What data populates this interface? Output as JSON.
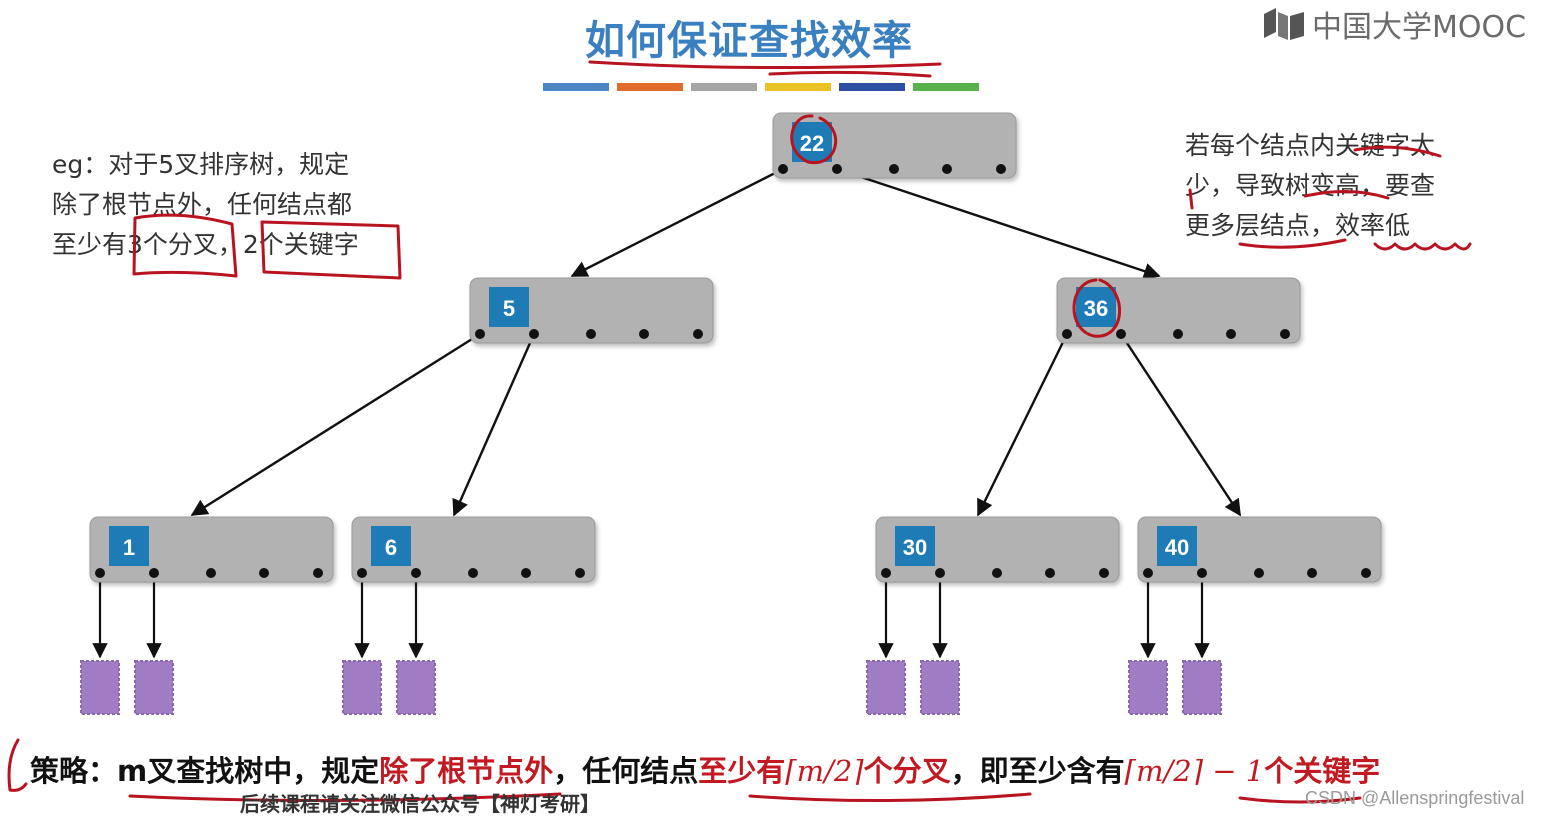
{
  "title": "如何保证查找效率",
  "logo": {
    "text": "中国大学MOOC",
    "icon": "mooc-book-icon"
  },
  "color_bar": [
    "#4a86c4",
    "#e06b2a",
    "#a6a6a6",
    "#e8c227",
    "#2f4fa3",
    "#58b04a"
  ],
  "notes": {
    "left": [
      "eg：对于5叉排序树，规定",
      "除了根节点外，任何结点都",
      "至少有3个分叉，2个关键字"
    ],
    "right": [
      "若每个结点内关键字太",
      "少，导致树变高，要查",
      "更多层结点，效率低"
    ]
  },
  "tree": {
    "root": {
      "key": "22"
    },
    "level1": [
      {
        "key": "5"
      },
      {
        "key": "36"
      }
    ],
    "level2": [
      {
        "key": "1"
      },
      {
        "key": "6"
      },
      {
        "key": "30"
      },
      {
        "key": "40"
      }
    ]
  },
  "strategy": {
    "prefix": "策略：m叉查找树中，规定",
    "red1": "除了根节点外",
    "mid1": "，任何结点",
    "red2": "至少有",
    "math1": "⌈m/2⌉",
    "mid2": "个分叉",
    "mid3": "，即至少含有",
    "math2": "⌈m/2⌉ − 1",
    "mid4": "个关键字"
  },
  "sub_caption": "后续课程请关注微信公众号【神灯考研】",
  "watermark": "CSDN @Allenspringfestival",
  "colors": {
    "node_fill": "#b2b2b2",
    "key_fill": "#1f7bb5",
    "leaf_fill": "#a07cc4",
    "annotation": "#b81420",
    "title": "#3a7fc0"
  }
}
